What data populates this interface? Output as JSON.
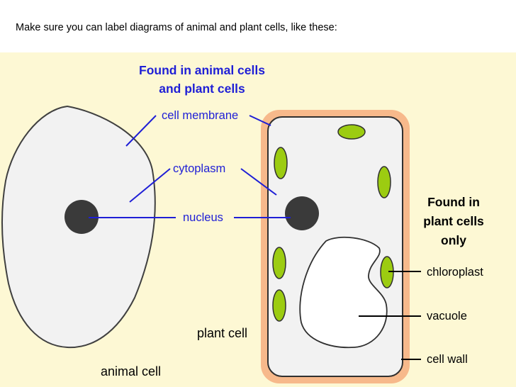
{
  "instruction": "Make sure you can label diagrams of animal and plant cells, like these:",
  "heading_both": [
    "Found in animal cells",
    "and plant cells"
  ],
  "heading_plant_only": [
    "Found in",
    "plant cells",
    "only"
  ],
  "labels": {
    "cell_membrane": "cell membrane",
    "cytoplasm": "cytoplasm",
    "nucleus": "nucleus",
    "chloroplast": "chloroplast",
    "vacuole": "vacuole",
    "cell_wall": "cell wall",
    "plant_cell": "plant cell",
    "animal_cell": "animal cell"
  },
  "colors": {
    "background": "#fdf8d4",
    "label_blue": "#1f1fd6",
    "cell_fill": "#f2f2f2",
    "nucleus": "#3a3a3a",
    "cell_wall": "#f7b98b",
    "chloroplast": "#9ccc11"
  }
}
